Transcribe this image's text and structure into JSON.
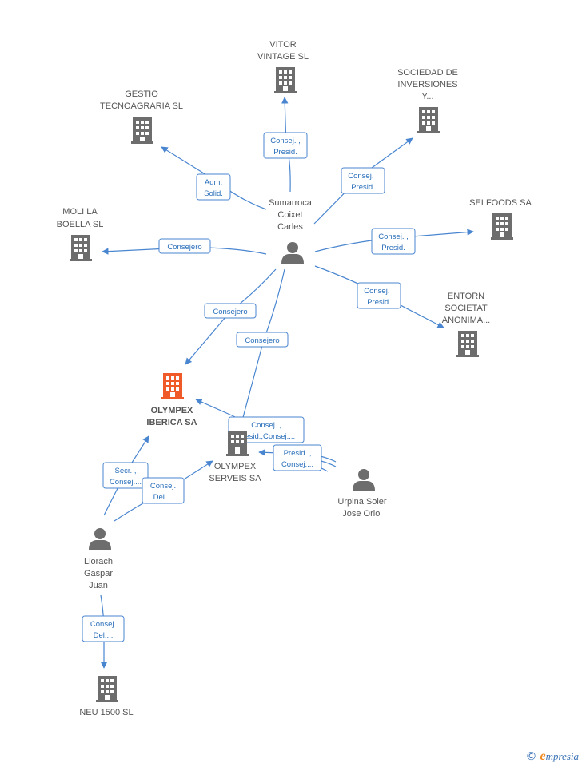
{
  "nodes": {
    "vitor": {
      "type": "company",
      "label": [
        "VITOR",
        "VINTAGE SL"
      ]
    },
    "gestio": {
      "type": "company",
      "label": [
        "GESTIO",
        "TECNOAGRARIA SL"
      ]
    },
    "sociedad": {
      "type": "company",
      "label": [
        "SOCIEDAD DE",
        "INVERSIONES",
        "Y..."
      ]
    },
    "moli": {
      "type": "company",
      "label": [
        "MOLI LA",
        "BOELLA SL"
      ]
    },
    "selfoods": {
      "type": "company",
      "label": [
        "SELFOODS SA"
      ]
    },
    "entorn": {
      "type": "company",
      "label": [
        "ENTORN",
        "SOCIETAT",
        "ANONIMA..."
      ]
    },
    "olympex": {
      "type": "company-main",
      "label": [
        "OLYMPEX",
        "IBERICA SA"
      ]
    },
    "serveis": {
      "type": "company",
      "label": [
        "OLYMPEX",
        "SERVEIS SA"
      ]
    },
    "neu": {
      "type": "company",
      "label": [
        "NEU 1500 SL"
      ]
    },
    "sumarroca": {
      "type": "person",
      "label": [
        "Sumarroca",
        "Coixet",
        "Carles"
      ]
    },
    "urpina": {
      "type": "person",
      "label": [
        "Urpina Soler",
        "Jose Oriol"
      ]
    },
    "llorach": {
      "type": "person",
      "label": [
        "Llorach",
        "Gaspar",
        "Juan"
      ]
    }
  },
  "edges": [
    {
      "id": "e1",
      "label": [
        "Consej. ,",
        "Presid."
      ]
    },
    {
      "id": "e2",
      "label": [
        "Adm.",
        "Solid."
      ]
    },
    {
      "id": "e3",
      "label": [
        "Consej. ,",
        "Presid."
      ]
    },
    {
      "id": "e4",
      "label": [
        "Consejero"
      ]
    },
    {
      "id": "e5",
      "label": [
        "Consej. ,",
        "Presid."
      ]
    },
    {
      "id": "e6",
      "label": [
        "Consej. ,",
        "Presid."
      ]
    },
    {
      "id": "e7",
      "label": [
        "Consejero"
      ]
    },
    {
      "id": "e8",
      "label": [
        "Consejero"
      ]
    },
    {
      "id": "e9",
      "label": [
        "Consej. ,",
        "Presid.,Consej...."
      ]
    },
    {
      "id": "e10",
      "label": [
        "Presid. ,",
        "Consej...."
      ]
    },
    {
      "id": "e11",
      "label": [
        "Secr. ,",
        "Consej...."
      ]
    },
    {
      "id": "e12",
      "label": [
        "Consej.",
        "Del...."
      ]
    },
    {
      "id": "e13",
      "label": [
        "Consej.",
        "Del...."
      ]
    }
  ],
  "colors": {
    "edge": "#4a86d0",
    "node": "#6d6d6d",
    "main": "#f05a28",
    "box_border": "#4a86d0"
  },
  "footer": {
    "copyright": "©",
    "brand_initial": "e",
    "brand_rest": "mpresia"
  }
}
